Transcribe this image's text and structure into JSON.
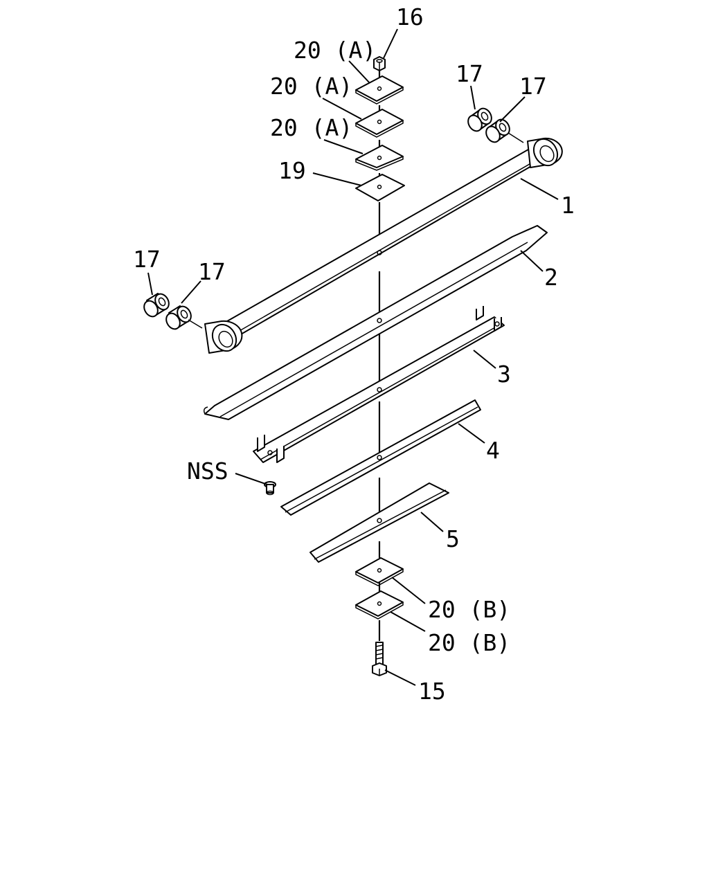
{
  "diagram": {
    "labels": {
      "p16": "16",
      "p20a_1": "20 (A)",
      "p20a_2": "20 (A)",
      "p20a_3": "20 (A)",
      "p19": "19",
      "p17_tl": "17",
      "p17_tr": "17",
      "p17_bl": "17",
      "p17_br": "17",
      "p1": "1",
      "p2": "2",
      "p3": "3",
      "p4": "4",
      "p5": "5",
      "pnss": "NSS",
      "p20b_1": "20 (B)",
      "p20b_2": "20 (B)",
      "p15": "15"
    },
    "colors": {
      "line": "#000000",
      "background": "#ffffff"
    }
  }
}
